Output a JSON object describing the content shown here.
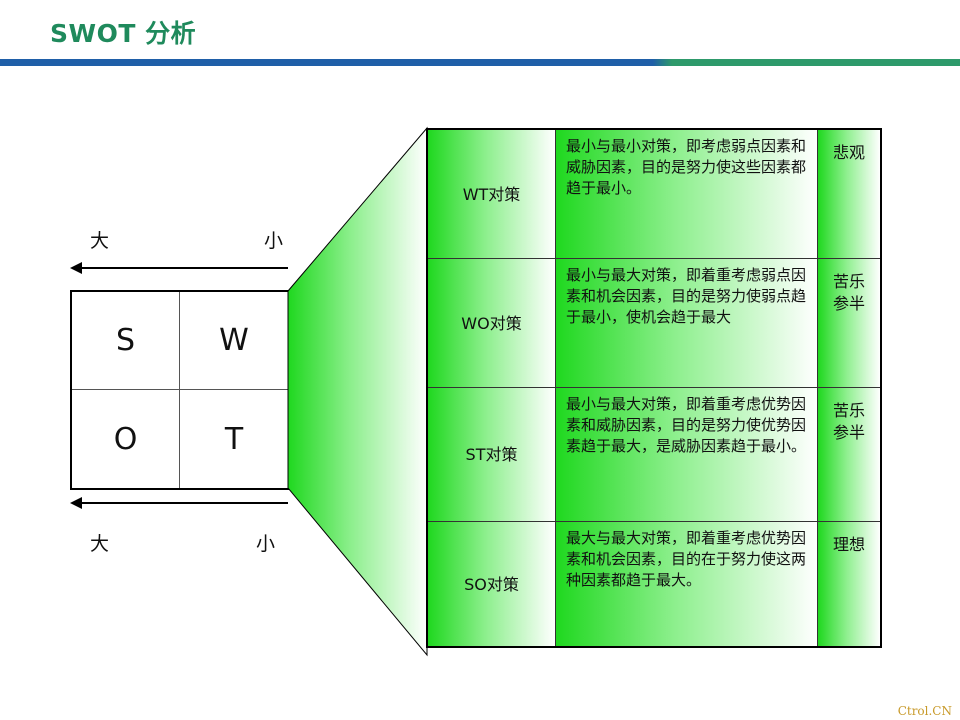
{
  "header": {
    "title": "SWOT 分析"
  },
  "watermark": "Ctrol.CN",
  "axis": {
    "top": {
      "left": "大",
      "right": "小"
    },
    "bottom": {
      "left": "大",
      "right": "小"
    }
  },
  "swot": {
    "s": "S",
    "w": "W",
    "o": "O",
    "t": "T"
  },
  "strategies": [
    {
      "name": "WT对策",
      "description": "最小与最小对策，即考虑弱点因素和威胁因素，目的是努力使这些因素都趋于最小。",
      "outlook": "悲观"
    },
    {
      "name": "WO对策",
      "description": "最小与最大对策，即着重考虑弱点因素和机会因素，目的是努力使弱点趋于最小，使机会趋于最大",
      "outlook": "苦乐参半"
    },
    {
      "name": "ST对策",
      "description": "最小与最大对策，即着重考虑优势因素和威胁因素，目的是努力使优势因素趋于最大，是威胁因素趋于最小。",
      "outlook": "苦乐参半"
    },
    {
      "name": "SO对策",
      "description": "最大与最大对策，即着重考虑优势因素和机会因素，目的在于努力使这两种因素都趋于最大。",
      "outlook": "理想"
    }
  ],
  "colors": {
    "title": "#1f8a5c",
    "bar_blue": "#1f5fa8",
    "bar_green": "#2e9a6b",
    "cell_green": "#1fd81f"
  }
}
